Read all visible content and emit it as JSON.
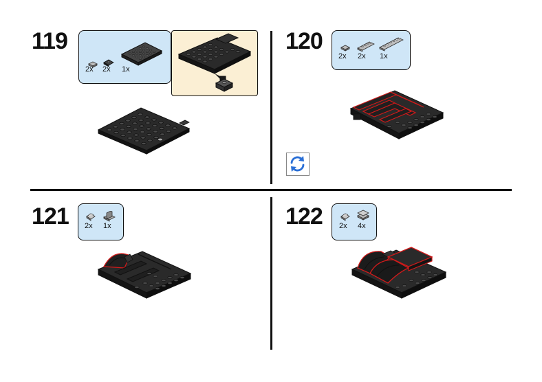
{
  "steps": [
    {
      "number": "119",
      "parts": [
        {
          "qty": "2x",
          "icon": "tile-1x1-icon"
        },
        {
          "qty": "2x",
          "icon": "slope-1x2-icon"
        },
        {
          "qty": "1x",
          "icon": "plate-6x8-icon"
        }
      ]
    },
    {
      "number": "120",
      "parts": [
        {
          "qty": "2x",
          "icon": "tile-1x1-icon"
        },
        {
          "qty": "2x",
          "icon": "plate-1x4-icon"
        },
        {
          "qty": "1x",
          "icon": "plate-1x6-icon"
        }
      ]
    },
    {
      "number": "121",
      "parts": [
        {
          "qty": "2x",
          "icon": "slope-curved-icon"
        },
        {
          "qty": "1x",
          "icon": "bracket-icon"
        }
      ]
    },
    {
      "number": "122",
      "parts": [
        {
          "qty": "2x",
          "icon": "slope-curved-icon"
        },
        {
          "qty": "4x",
          "icon": "tile-2x2-icon"
        }
      ]
    }
  ],
  "colors": {
    "part_box_bg": "#cfe6f7",
    "subassembly_bg": "#fbefd4",
    "brick_black": "#1b1b1b",
    "highlight_red": "#d01a1a",
    "rotate_blue": "#2a6fd6"
  },
  "icons": {
    "rotate": "rotate-model-icon"
  }
}
